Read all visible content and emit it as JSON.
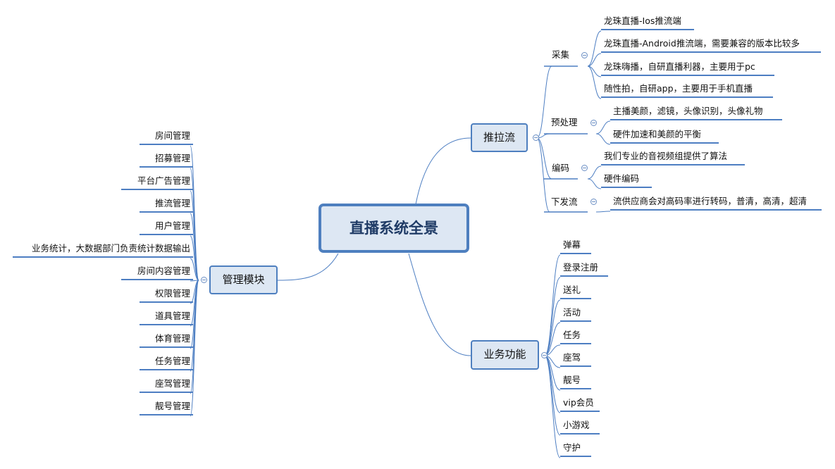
{
  "root": {
    "label": "直播系统全景"
  },
  "branches": {
    "push": {
      "label": "推拉流",
      "groups": [
        {
          "label": "采集",
          "items": [
            "龙珠直播-Ios推流端",
            "龙珠直播-Android推流端，需要兼容的版本比较多",
            "龙珠嗨播，自研直播利器，主要用于pc",
            "随性拍，自研app，主要用于手机直播"
          ]
        },
        {
          "label": "预处理",
          "items": [
            "主播美颜，滤镜，头像识别，头像礼物",
            "硬件加速和美颜的平衡"
          ]
        },
        {
          "label": "编码",
          "items": [
            "我们专业的音视频组提供了算法",
            "硬件编码"
          ]
        },
        {
          "label": "下发流",
          "items": [
            "流供应商会对高码率进行转码，普清，高清，超清"
          ]
        }
      ]
    },
    "business": {
      "label": "业务功能",
      "items": [
        "弹幕",
        "登录注册",
        "送礼",
        "活动",
        "任务",
        "座驾",
        "靓号",
        "vip会员",
        "小游戏",
        "守护"
      ]
    },
    "admin": {
      "label": "管理模块",
      "items": [
        "房间管理",
        "招募管理",
        "平台广告管理",
        "推流管理",
        "用户管理",
        "业务统计，大数据部门负责统计数据输出",
        "房间内容管理",
        "权限管理",
        "道具管理",
        "体育管理",
        "任务管理",
        "座驾管理",
        "靓号管理"
      ]
    }
  },
  "colors": {
    "line": "#4d7ec2",
    "node_fill": "#dde7f3",
    "node_border": "#4e7fbf"
  }
}
